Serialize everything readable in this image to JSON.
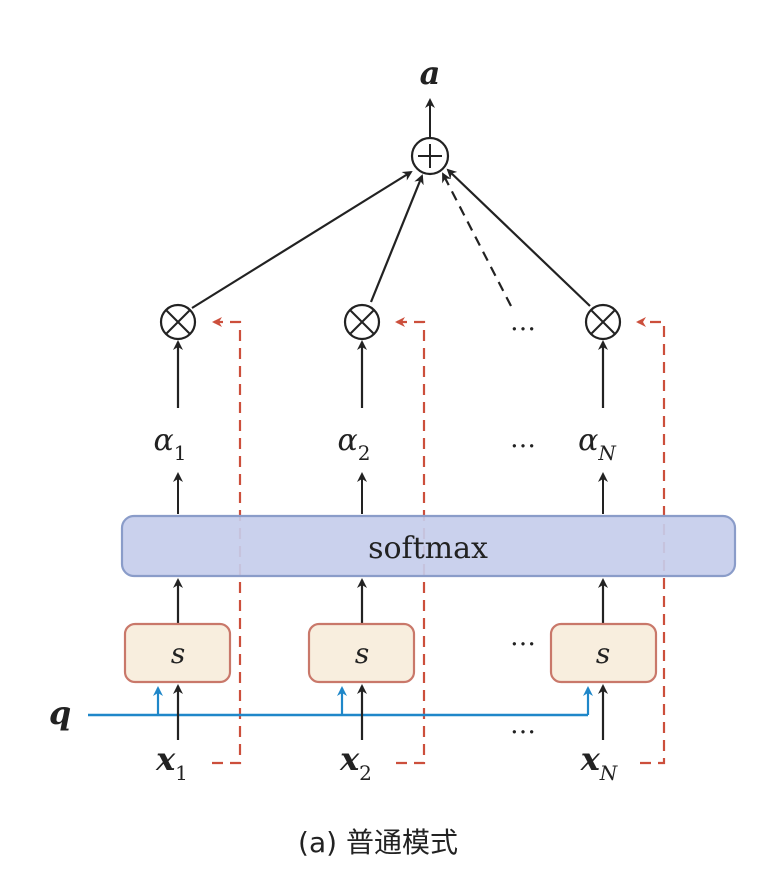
{
  "output_label": "a",
  "sum_symbol": "⊕",
  "mul_symbol": "⊗",
  "softmax_label": "softmax",
  "query_label": "q",
  "score_label": "s",
  "ellipsis": "…",
  "caption": "(a) 普通模式",
  "columns": [
    {
      "alpha": "α",
      "alpha_sub": "1",
      "x": "x",
      "x_sub": "1"
    },
    {
      "alpha": "α",
      "alpha_sub": "2",
      "x": "x",
      "x_sub": "2"
    },
    {
      "alpha": "α",
      "alpha_sub": "N",
      "x": "x",
      "x_sub": "N"
    }
  ],
  "colors": {
    "softmax_fill": "#c5cdeb",
    "softmax_stroke": "#8a9cc9",
    "score_fill": "#f8eede",
    "score_stroke": "#c9786a",
    "query_line": "#1f87c9",
    "value_dash": "#cc4f3c",
    "ink": "#222222"
  }
}
